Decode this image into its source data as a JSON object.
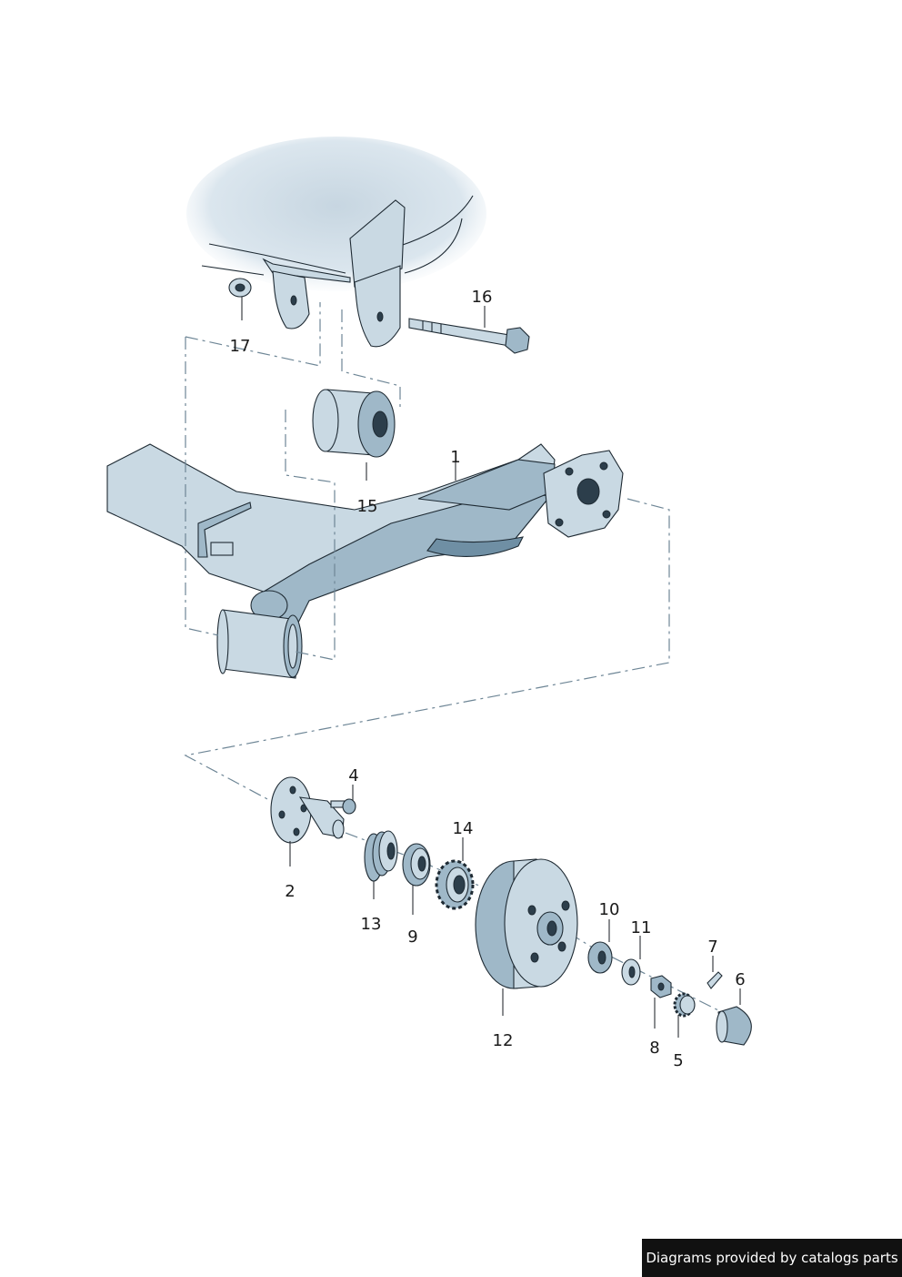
{
  "callouts": [
    {
      "id": "1",
      "label": "1"
    },
    {
      "id": "2",
      "label": "2"
    },
    {
      "id": "4",
      "label": "4"
    },
    {
      "id": "5",
      "label": "5"
    },
    {
      "id": "6",
      "label": "6"
    },
    {
      "id": "7",
      "label": "7"
    },
    {
      "id": "8",
      "label": "8"
    },
    {
      "id": "9",
      "label": "9"
    },
    {
      "id": "10",
      "label": "10"
    },
    {
      "id": "11",
      "label": "11"
    },
    {
      "id": "12",
      "label": "12"
    },
    {
      "id": "13",
      "label": "13"
    },
    {
      "id": "14",
      "label": "14"
    },
    {
      "id": "15",
      "label": "15"
    },
    {
      "id": "16",
      "label": "16"
    },
    {
      "id": "17",
      "label": "17"
    }
  ],
  "footer": {
    "text": "Diagrams provided by catalogs parts"
  },
  "colors": {
    "part_fill": "#9fb8c8",
    "part_light": "#c9d9e3",
    "body_shadow": "#dbe6ee",
    "footer_bg": "#111111"
  }
}
